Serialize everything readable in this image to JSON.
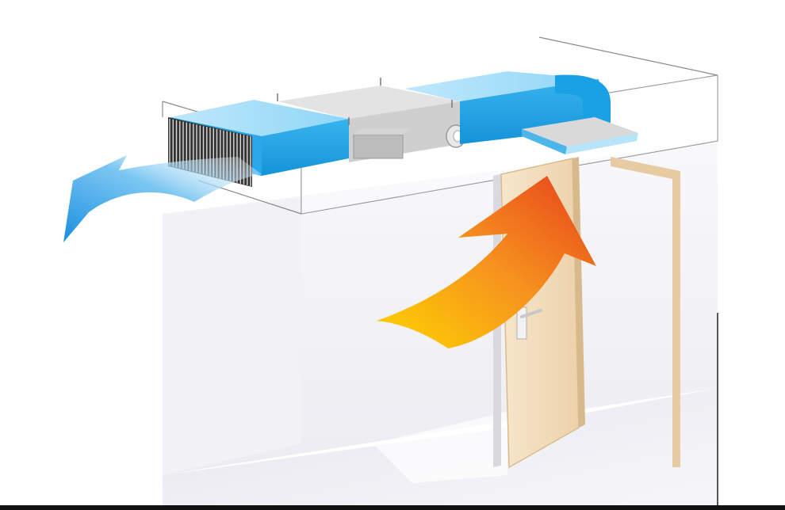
{
  "diagram": {
    "labels": [],
    "colors": {
      "background": "#ffffff",
      "wall_light": "#f6f6f9",
      "wall_shadow": "#e7e7ee",
      "floor": "#f1f1f6",
      "ceiling_line": "#8a8a8a",
      "duct_blue": "#1aa3e6",
      "duct_blue_light": "#8fd6f7",
      "unit_gray": "#d8d8d8",
      "unit_gray_dark": "#b8b8b8",
      "door": "#f1dcbc",
      "door_frame": "#e3c7a0",
      "cold_arrow_start": "#1a8ee0",
      "cold_arrow_end": "#ffffff",
      "warm_arrow_start": "#ffcf00",
      "warm_arrow_end": "#e8401a",
      "bottom_border": "#111111"
    },
    "elements": [
      {
        "name": "supply-grille",
        "icon": "grille-icon"
      },
      {
        "name": "cold-air-arrow",
        "icon": "cold-arrow-icon"
      },
      {
        "name": "ceiling-unit",
        "icon": "fan-coil-icon"
      },
      {
        "name": "return-duct",
        "icon": "duct-icon"
      },
      {
        "name": "warm-air-arrow",
        "icon": "warm-arrow-icon"
      },
      {
        "name": "door",
        "icon": "door-icon"
      }
    ]
  }
}
